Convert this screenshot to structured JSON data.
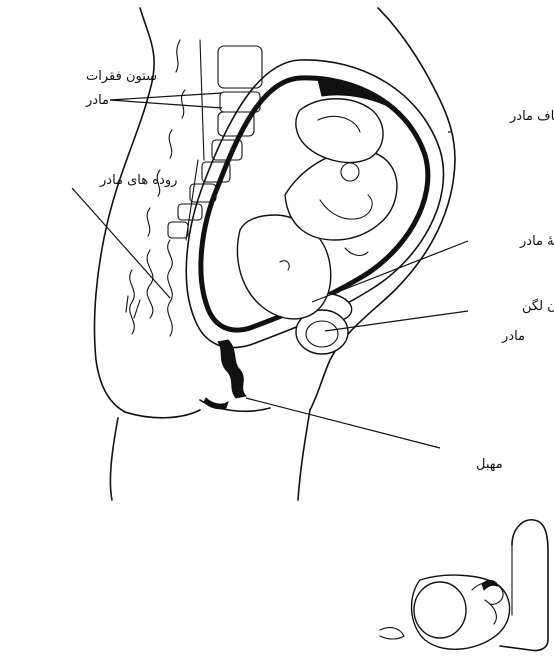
{
  "labels": {
    "spine_line1": "ستون فقرات",
    "spine_line2": "مادر",
    "intestines": "روده های مادر",
    "navel": "ناف مادر",
    "bladder": "مثانهٔ مادر",
    "pelvic_bone_line1": "استخوان لگن",
    "pelvic_bone_line2": "مادر",
    "vagina": "مهبل"
  },
  "colors": {
    "ink": "#111111",
    "background": "#ffffff"
  },
  "icons": {
    "main_figure": "pregnancy-cross-section-icon",
    "small_figure": "fetus-in-uterus-icon"
  }
}
